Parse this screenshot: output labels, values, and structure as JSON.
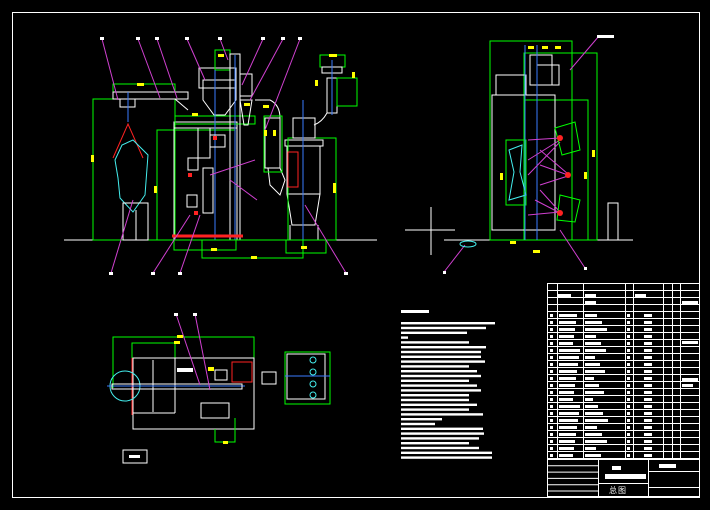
{
  "drawing": {
    "background": "#000000",
    "colors": {
      "outline": "#ffffff",
      "dimension": "#00ff00",
      "centerline": "#3a7bff",
      "leader": "#d040d0",
      "highlight": "#ff2020",
      "dimension_text": "#ffff00",
      "workpiece": "#40e0e0"
    },
    "views": [
      "front-view",
      "side-view",
      "plan-view"
    ]
  },
  "title_block": {
    "drawing_name": "总图"
  }
}
